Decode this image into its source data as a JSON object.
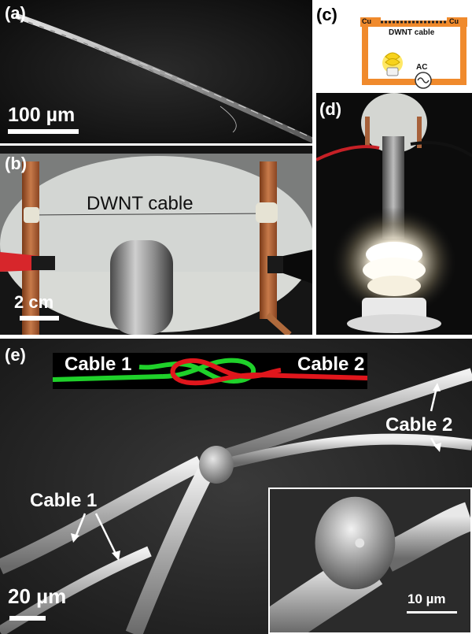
{
  "panels": {
    "a": {
      "label": "(a)",
      "scale_bar": "100 µm"
    },
    "b": {
      "label": "(b)",
      "cable_label": "DWNT cable",
      "scale_bar": "2 cm"
    },
    "c": {
      "label": "(c)",
      "electrode_left": "Cu",
      "electrode_right": "Cu",
      "cable_label": "DWNT cable",
      "source_label": "AC"
    },
    "d": {
      "label": "(d)"
    },
    "e": {
      "label": "(e)",
      "knot_label_left": "Cable 1",
      "knot_label_right": "Cable 2",
      "annotation_cable2": "Cable 2",
      "annotation_cable1": "Cable 1",
      "scale_bar": "20 µm",
      "inset_scale_bar": "10 µm"
    }
  },
  "colors": {
    "circuit_wire": "#f08a2c",
    "knot_cable1": "#1fd12a",
    "knot_cable2": "#e0161c",
    "knot_background": "#000000"
  }
}
